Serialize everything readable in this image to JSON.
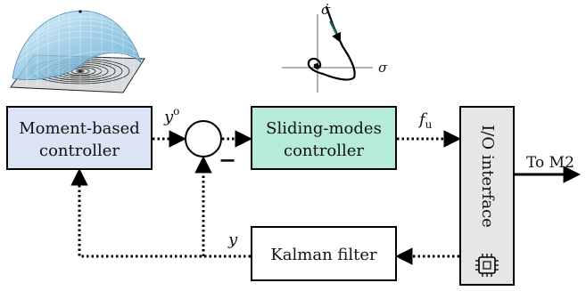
{
  "blocks": {
    "moment_controller": {
      "line1": "Moment-based",
      "line2": "controller",
      "fill": "#dbe4f5"
    },
    "sliding_controller": {
      "line1": "Sliding-modes",
      "line2": "controller",
      "fill": "#b6eadb"
    },
    "io_interface": {
      "label": "I/O interface",
      "fill": "#e6e6e6"
    },
    "kalman_filter": {
      "label": "Kalman filter",
      "fill": "#ffffff"
    }
  },
  "signals": {
    "y_ref": {
      "base": "y",
      "sup": "o"
    },
    "f_u": {
      "base": "f",
      "sub": "u"
    },
    "y": "y",
    "minus": "−",
    "output": "To M2"
  },
  "phase_plot": {
    "x_label": "σ",
    "y_label": "σ̇",
    "arrow_color": "#137a7a"
  },
  "surface_plot": {
    "surface_color": "#8fc6e3",
    "base_color": "#cfd4d8"
  },
  "icons": {
    "chip": "chip-icon"
  }
}
